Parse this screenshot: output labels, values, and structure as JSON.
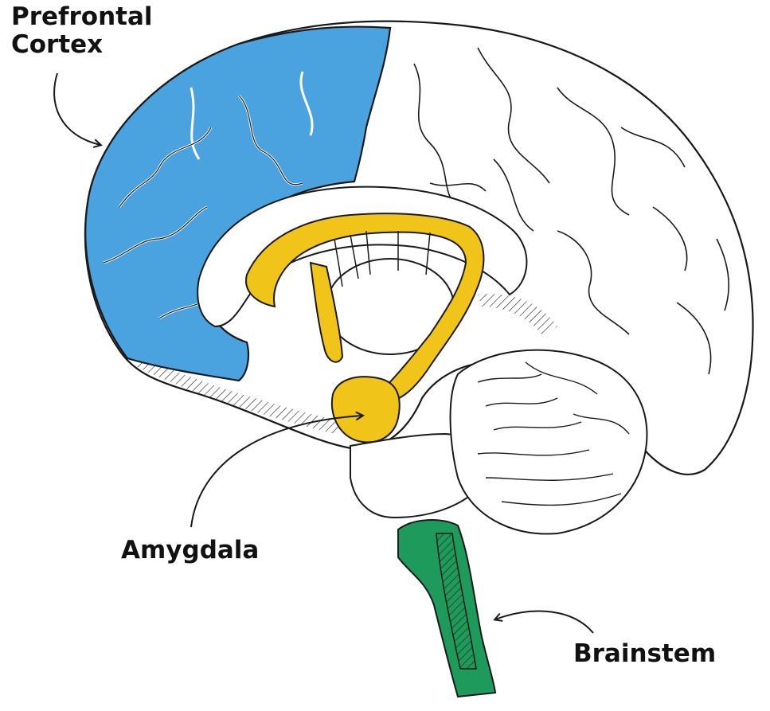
{
  "labels": {
    "prefrontal_cortex": "Prefrontal\nCortex",
    "amygdala": "Amygdala",
    "brainstem": "Brainstem"
  },
  "colors": {
    "prefrontal_cortex": "#4aa3df",
    "amygdala_limbic": "#f0c419",
    "brainstem": "#1e9a5a",
    "outline": "#1a1a1a",
    "background": "#ffffff"
  },
  "icons": {
    "arrows": [
      "curved-arrow-to-prefrontal",
      "curved-arrow-to-amygdala",
      "curved-arrow-to-brainstem"
    ]
  }
}
